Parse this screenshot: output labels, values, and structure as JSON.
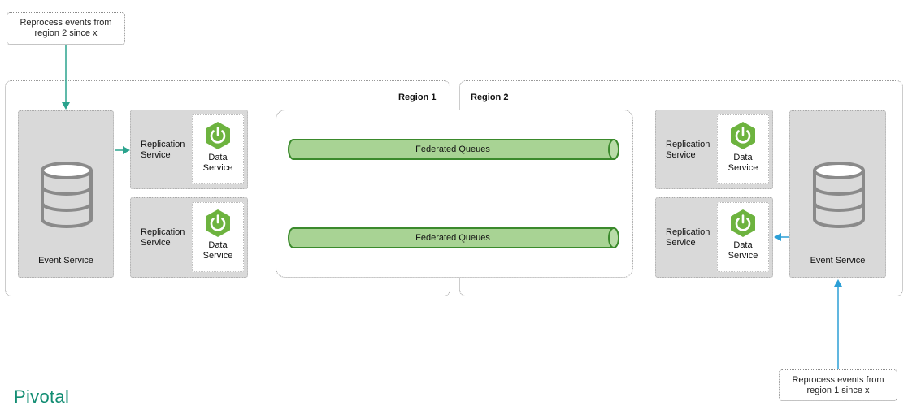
{
  "notes": {
    "top_left": {
      "line1": "Reprocess events from",
      "line2": "region 2 since x"
    },
    "bottom_right": {
      "line1": "Reprocess events from",
      "line2": "region 1 since x"
    }
  },
  "regions": {
    "region1_label": "Region 1",
    "region2_label": "Region 2"
  },
  "left": {
    "event_service_label": "Event Service",
    "replication": [
      {
        "rep_line1": "Replication",
        "rep_line2": "Service",
        "ds_line1": "Data",
        "ds_line2": "Service"
      },
      {
        "rep_line1": "Replication",
        "rep_line2": "Service",
        "ds_line1": "Data",
        "ds_line2": "Service"
      }
    ]
  },
  "right": {
    "event_service_label": "Event Service",
    "replication": [
      {
        "rep_line1": "Replication",
        "rep_line2": "Service",
        "ds_line1": "Data",
        "ds_line2": "Service"
      },
      {
        "rep_line1": "Replication",
        "rep_line2": "Service",
        "ds_line1": "Data",
        "ds_line2": "Service"
      }
    ]
  },
  "queues": [
    {
      "label": "Federated Queues"
    },
    {
      "label": "Federated Queues"
    }
  ],
  "logo": {
    "text": "Pivotal"
  },
  "icons": {
    "database": "database-icon",
    "spring_power": "spring-power-icon"
  },
  "colors": {
    "teal_arrow": "#2aa38d",
    "blue_arrow": "#2c9fd6",
    "spring_green": "#6db33f",
    "queue_fill": "#a8d394",
    "queue_stroke": "#3b8a2c",
    "logo": "#138d73"
  }
}
